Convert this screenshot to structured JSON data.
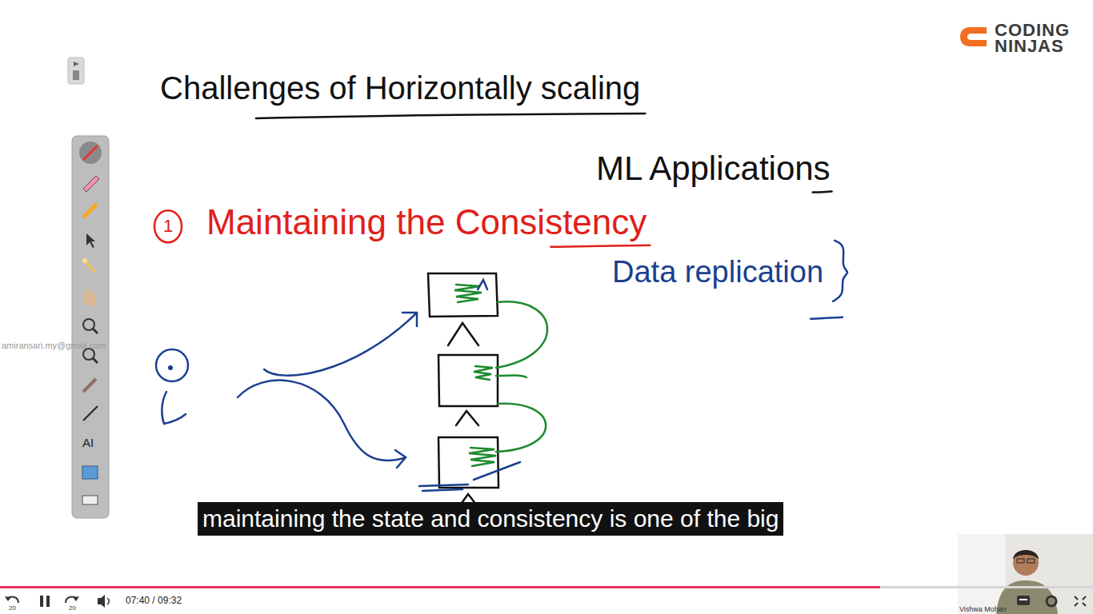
{
  "diagram": {
    "title": "Challenges of Horizontally scaling",
    "labels": [
      "ML Applications",
      "1",
      "Maintaining the Consistency",
      "Data replication",
      "maintaining the state and consistency is one of the big",
      "CODING",
      "NINJAS",
      "07:40 / 09:32",
      "20",
      "20",
      "AI",
      "amiransari.my@gmail.com",
      "Vishwa Mohan"
    ]
  }
}
